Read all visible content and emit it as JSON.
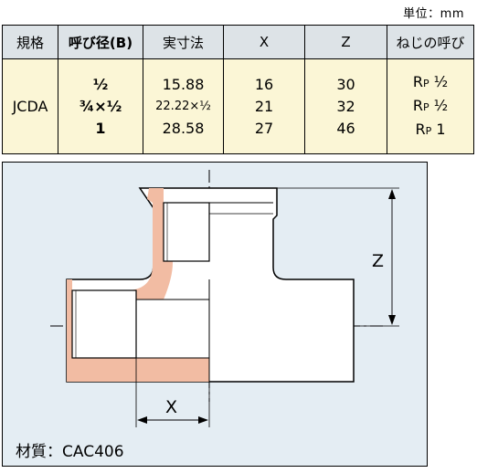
{
  "unit_label": "単位：mm",
  "table": {
    "headers": [
      "規格",
      "呼び径(B)",
      "実寸法",
      "X",
      "Z",
      "ねじの呼び"
    ],
    "standard": "JCDA",
    "nominal": [
      "½",
      "¾×½",
      "1"
    ],
    "actual": [
      "15.88",
      "22.22×½",
      "28.58"
    ],
    "x": [
      "16",
      "21",
      "27"
    ],
    "z": [
      "30",
      "32",
      "46"
    ],
    "thread": [
      {
        "prefix": "R",
        "sub": "P",
        "size": "½"
      },
      {
        "prefix": "R",
        "sub": "P",
        "size": "½"
      },
      {
        "prefix": "R",
        "sub": "P",
        "size": "1"
      }
    ]
  },
  "diagram": {
    "z_label": "Z",
    "x_label": "X",
    "material": "材質：CAC406",
    "colors": {
      "background": "#e4edf3",
      "section_fill": "#f2bca3",
      "body_fill": "#ffffff"
    }
  }
}
